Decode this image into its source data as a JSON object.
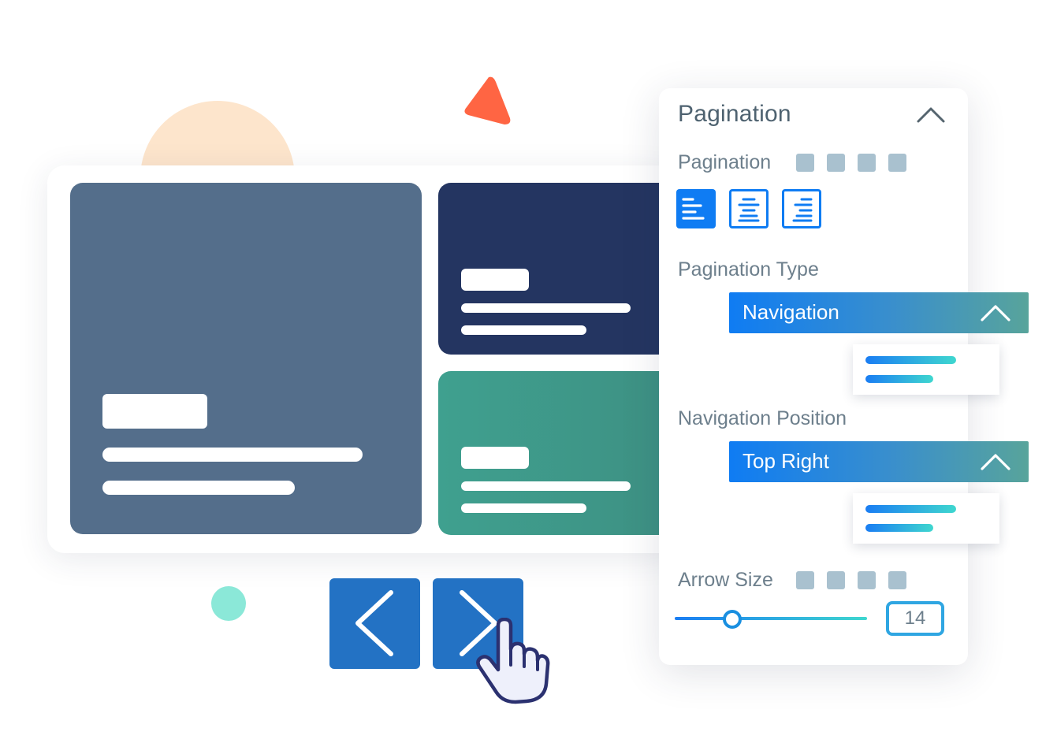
{
  "panel": {
    "title": "Pagination",
    "sections": {
      "pagination_label": "Pagination",
      "pagination_type_label": "Pagination Type",
      "navigation_position_label": "Navigation Position",
      "arrow_size_label": "Arrow Size"
    },
    "pagination_type": {
      "selected": "Navigation"
    },
    "navigation_position": {
      "selected": "Top Right"
    },
    "arrow_size": {
      "value": "14",
      "slider_fraction": 0.3
    }
  },
  "alignment_options": [
    {
      "icon": "align-left-icon",
      "selected": true
    },
    {
      "icon": "align-center-icon",
      "selected": false
    },
    {
      "icon": "align-right-icon",
      "selected": false
    }
  ],
  "colors": {
    "accent": "#0f7cf3",
    "nav_button": "#2372c4",
    "slide_big": "#546e8b",
    "slide_dark": "#243561",
    "slide_green": "#3fa08f",
    "triangle": "#ff6543",
    "peach": "#fde5cc",
    "mint": "#8be8d8"
  },
  "icons": {
    "prev": "chevron-left-icon",
    "next": "chevron-right-icon",
    "cursor": "hand-pointer-icon",
    "collapse": "chevron-up-icon"
  }
}
